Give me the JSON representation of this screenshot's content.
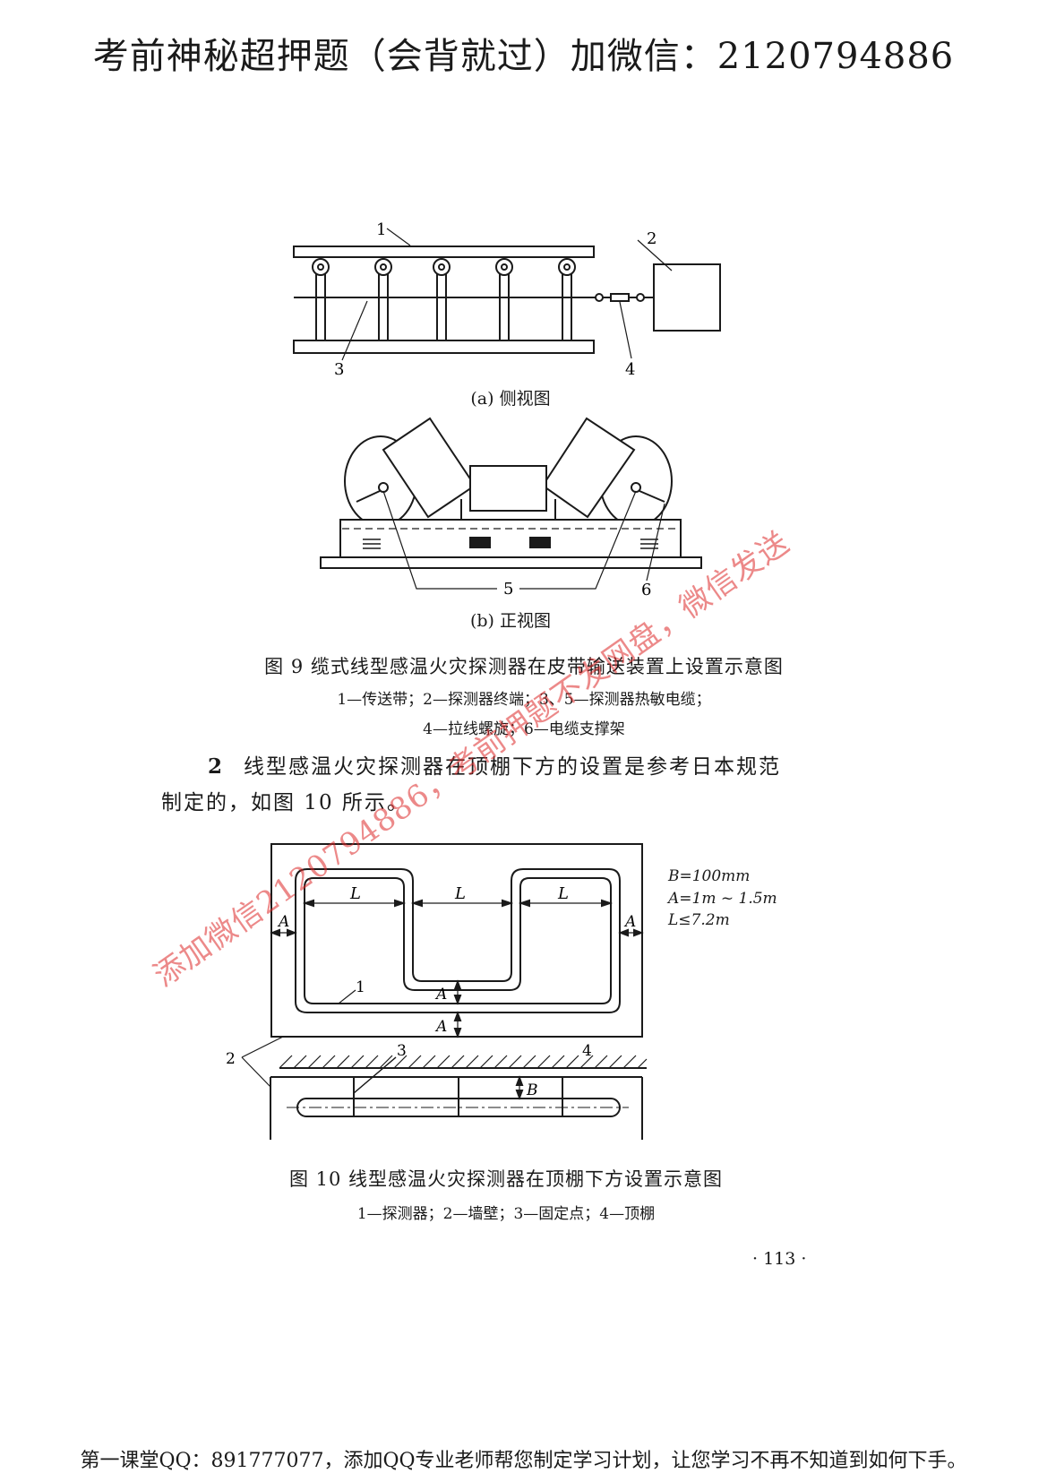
{
  "header": {
    "text": "考前神秘超押题（会背就过）加微信：2120794886"
  },
  "fig9": {
    "side": {
      "labels": [
        "1",
        "2",
        "3",
        "4"
      ],
      "caption": "(a) 侧视图"
    },
    "front": {
      "labels": [
        "5",
        "6"
      ],
      "caption": "(b) 正视图"
    },
    "title": "图 9   缆式线型感温火灾探测器在皮带输送装置上设置示意图",
    "legend_line1": "1—传送带；2—探测器终端；3、5—探测器热敏电缆；",
    "legend_line2": "4—拉线螺旋；6—电缆支撑架"
  },
  "paragraph": {
    "number": "2",
    "line1": "线型感温火灾探测器在顶棚下方的设置是参考日本规范",
    "line2": "制定的，如图 10 所示。"
  },
  "fig10": {
    "L": "L",
    "A": "A",
    "B": "B",
    "labels": [
      "1",
      "2",
      "3",
      "4"
    ],
    "spec_B": "B=100mm",
    "spec_A": "A=1m ~ 1.5m",
    "spec_L": "L≤7.2m",
    "title": "图 10   线型感温火灾探测器在顶棚下方设置示意图",
    "legend": "1—探测器；2—墙壁；3—固定点；4—顶棚"
  },
  "page_number": "· 113 ·",
  "watermark": "添加微信2120794886，考前押题不发网盘，微信发送",
  "footer": "第一课堂QQ：891777077，添加QQ专业老师帮您制定学习计划，让您学习不再不知道到如何下手。"
}
